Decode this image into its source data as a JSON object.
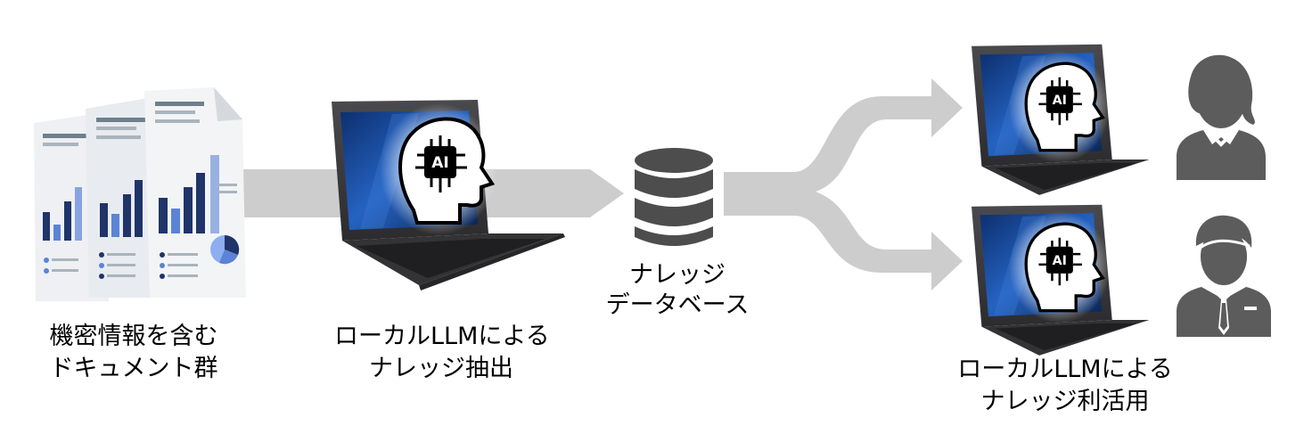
{
  "colors": {
    "arrow": "#cdcdcd",
    "laptop_body": "#3b3b3e",
    "screen_blue": "#1c4f9e",
    "db_icon": "#4d4d4d",
    "person_icon": "#5c5c5c",
    "chart_navy": "#1f3468",
    "chart_blue": "#5b83d6"
  },
  "nodes": {
    "documents": {
      "icon": "document-stack-icon",
      "caption": [
        "機密情報を含む",
        "ドキュメント群"
      ]
    },
    "extraction": {
      "icon": "laptop-ai-icon",
      "ai_badge": "AI",
      "caption": [
        "ローカルLLMによる",
        "ナレッジ抽出"
      ]
    },
    "database": {
      "icon": "database-icon",
      "caption": [
        "ナレッジ",
        "データベース"
      ]
    },
    "utilization": {
      "icon": "laptop-ai-icon",
      "ai_badge": "AI",
      "caption": [
        "ローカルLLMによる",
        "ナレッジ利活用"
      ]
    },
    "users": [
      {
        "icon": "female-user-icon"
      },
      {
        "icon": "male-user-icon"
      }
    ]
  }
}
